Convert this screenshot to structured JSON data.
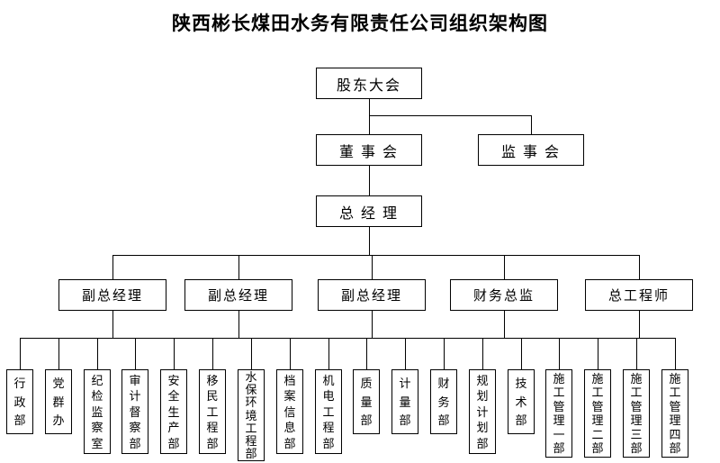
{
  "title": "陕西彬长煤田水务有限责任公司组织架构图",
  "colors": {
    "line": "#000000",
    "background": "#ffffff",
    "text": "#000000"
  },
  "org": {
    "shareholders_meeting": "股东大会",
    "board_of_directors": "董 事 会",
    "supervisory_board": "监 事 会",
    "general_manager": "总 经 理",
    "managers": [
      "副总经理",
      "副总经理",
      "副总经理",
      "财务总监",
      "总工程师"
    ],
    "departments": [
      "行政部",
      "党群办",
      "纪检监察室",
      "审计督察部",
      "安全生产部",
      "移民工程部",
      "水保环境工程部",
      "档案信息部",
      "机电工程部",
      "质量部",
      "计量部",
      "财务部",
      "规划计划部",
      "技术部",
      "施工管理一部",
      "施工管理二部",
      "施工管理三部",
      "施工管理四部"
    ]
  }
}
